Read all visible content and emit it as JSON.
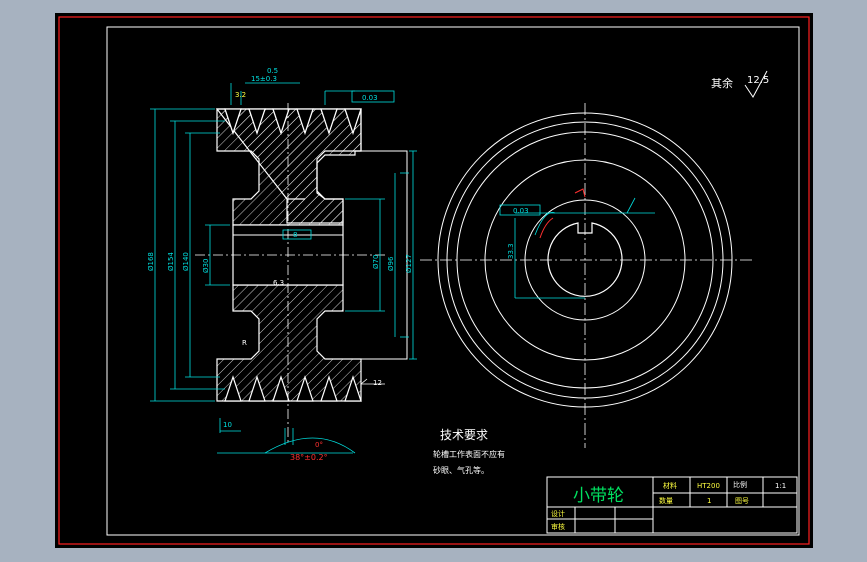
{
  "drawing": {
    "roughness_note": {
      "prefix": "其余",
      "value": "12.5"
    },
    "tech_requirements": {
      "heading": "技术要求",
      "lines": [
        "轮槽工作表面不应有",
        "砂眼、气孔等。"
      ]
    },
    "title_block": {
      "part_name": "小带轮",
      "material_label": "材料",
      "material_value": "HT200",
      "scale_label": "比例",
      "scale_value": "1:1",
      "qty_label": "数量",
      "qty_value": "1",
      "drawing_no_label": "图号",
      "designer_label": "设计",
      "reviewer_label": "审核"
    },
    "dimensions": {
      "outer_dia": "Ø168",
      "groove_dia": "Ø154",
      "dia_140": "Ø140",
      "bore_dia": "Ø30",
      "hub_dia": "Ø70",
      "dia_96": "Ø96",
      "dia_127": "Ø127",
      "groove_pitch": "15±0.3",
      "groove_depth": "0.5",
      "groove_edge": "10",
      "groove_angle": "38°±0.2°",
      "groove_angle_base": "0°",
      "tolerance_frame": "0.03",
      "runout_frame": "0.03",
      "keyway": "8",
      "key_depth": "33.3",
      "width_label": "10",
      "right_width": "12",
      "side_label": "R",
      "roughness_small": "6.3",
      "roughness_top": "3.2"
    }
  }
}
